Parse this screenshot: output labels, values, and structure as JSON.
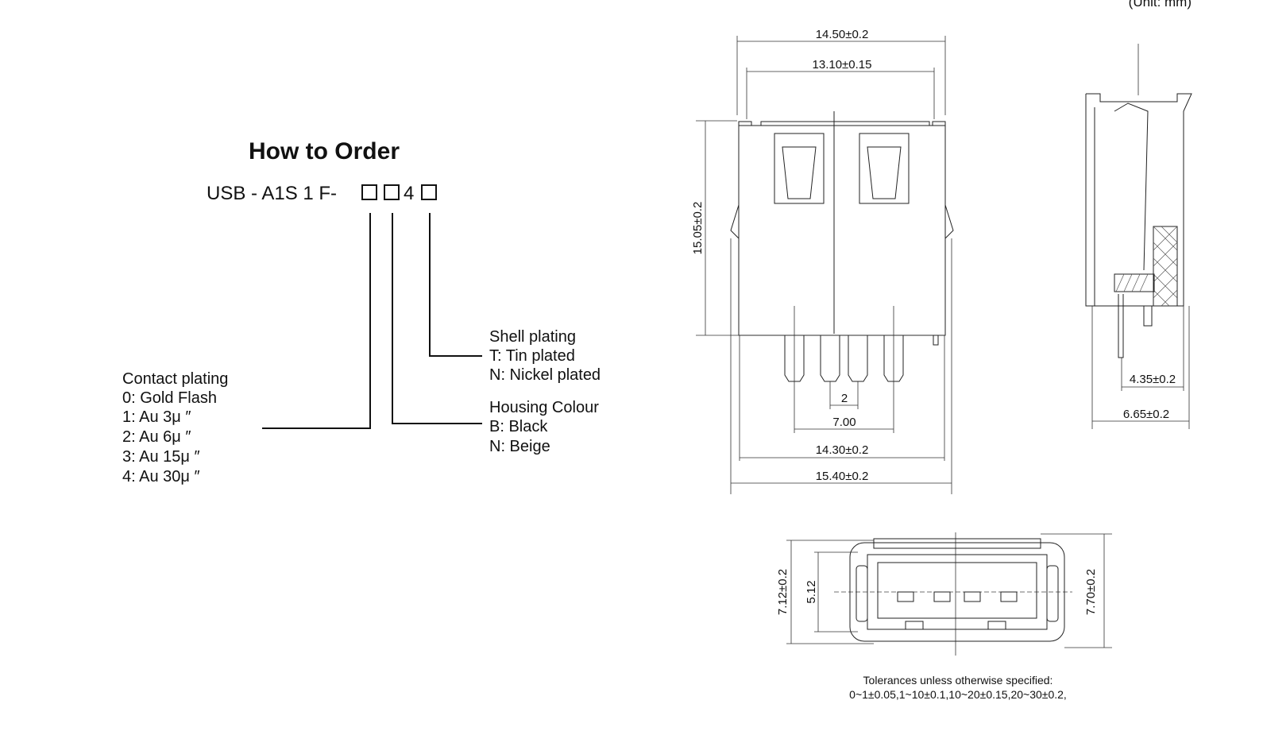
{
  "unit_note": "(Unit: mm)",
  "order": {
    "title": "How to Order",
    "part_prefix": "USB - A1S 1 F-",
    "part_fixed": "4",
    "contact_plating": {
      "heading": "Contact plating",
      "options": [
        "0: Gold Flash",
        "1: Au 3μ ″",
        "2: Au 6μ ″",
        "3: Au 15μ ″",
        "4: Au 30μ ″"
      ]
    },
    "housing_colour": {
      "heading": "Housing Colour",
      "options": [
        "B: Black",
        "N: Beige"
      ]
    },
    "shell_plating": {
      "heading": "Shell plating",
      "options": [
        "T: Tin plated",
        "N: Nickel plated"
      ]
    }
  },
  "dimensions": {
    "front_top_outer": "14.50±0.2",
    "front_top_inner": "13.10±0.15",
    "front_height": "15.05±0.2",
    "pin_pitch": "2",
    "pin_span": "7.00",
    "front_bottom_inner": "14.30±0.2",
    "front_bottom_outer": "15.40±0.2",
    "side_inner": "4.35±0.2",
    "side_outer": "6.65±0.2",
    "end_left_outer": "7.12±0.2",
    "end_left_inner": "5.12",
    "end_right": "7.70±0.2"
  },
  "tolerances": {
    "heading": "Tolerances unless otherwise specified:",
    "values": "0~1±0.05,1~10±0.1,10~20±0.15,20~30±0.2,"
  }
}
